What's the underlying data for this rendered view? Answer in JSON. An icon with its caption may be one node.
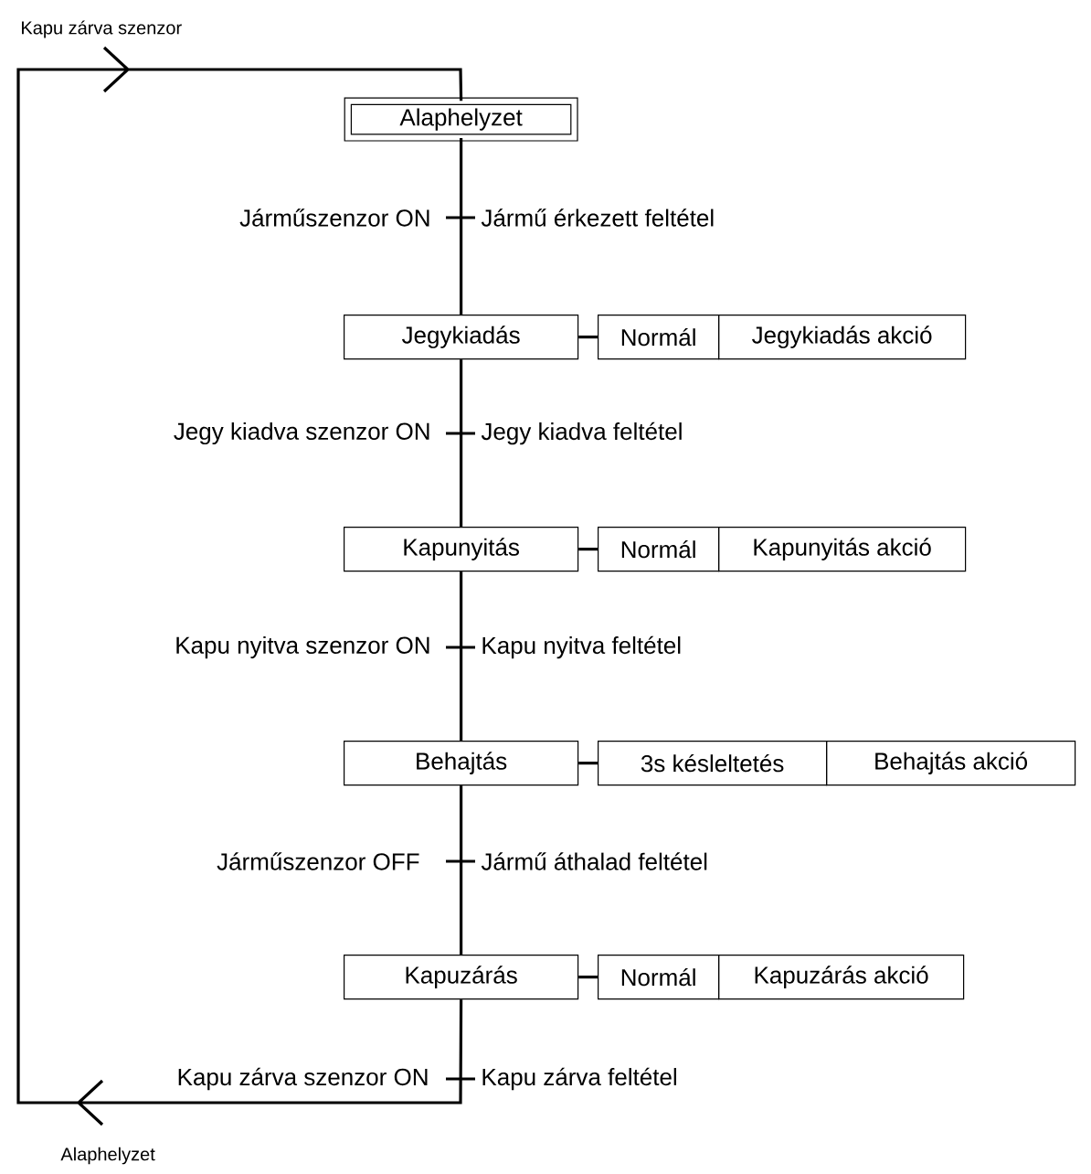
{
  "diagram": {
    "nodes": [
      {
        "text": [
          "Alaphelyzet"
        ]
      },
      {
        "text": [
          "Jegykiadás"
        ]
      },
      {
        "text": [
          "Normál"
        ]
      },
      {
        "text": [
          "Jegykiadás akció"
        ]
      },
      {
        "text": [
          "Kapunyitás"
        ]
      },
      {
        "text": [
          "Normál"
        ]
      },
      {
        "text": [
          "Kapunyitás akció"
        ]
      },
      {
        "text": [
          "Behajtás"
        ]
      },
      {
        "text": [
          "3s késleltetés"
        ]
      },
      {
        "text": [
          "Behajtás akció"
        ]
      },
      {
        "text": [
          "Kapuzárás"
        ]
      },
      {
        "text": [
          "Normál"
        ]
      },
      {
        "text": [
          "Kapuzárás akció"
        ]
      }
    ],
    "edges": [
      {
        "from": 0,
        "to": 1,
        "arrow": "none",
        "label": "Jármű érkezett feltétel"
      },
      {
        "from": 1,
        "to": 2,
        "arrow": "none"
      },
      {
        "from": 1,
        "to": 4,
        "arrow": "none",
        "label": "Jegy kiadva feltétel"
      },
      {
        "from": 4,
        "to": 5,
        "arrow": "none"
      },
      {
        "from": 4,
        "to": 7,
        "arrow": "none",
        "label": "Kapu nyitva feltétel"
      },
      {
        "from": 7,
        "to": 8,
        "arrow": "none"
      },
      {
        "from": 7,
        "to": 10,
        "arrow": "none",
        "label": "Jármű áthalad feltétel"
      },
      {
        "from": 10,
        "to": 11,
        "arrow": "none"
      },
      {
        "from": 10,
        "to": 0,
        "arrow": "to",
        "label": "Kapu zárva feltétel"
      }
    ],
    "labels": [
      "Kapu zárva szenzor",
      "Járműszenzor ON",
      "Jegy kiadva szenzor ON",
      "Kapu nyitva szenzor ON",
      "Járműszenzor OFF",
      "Kapu zárva szenzor ON",
      "Alaphelyzet"
    ]
  }
}
